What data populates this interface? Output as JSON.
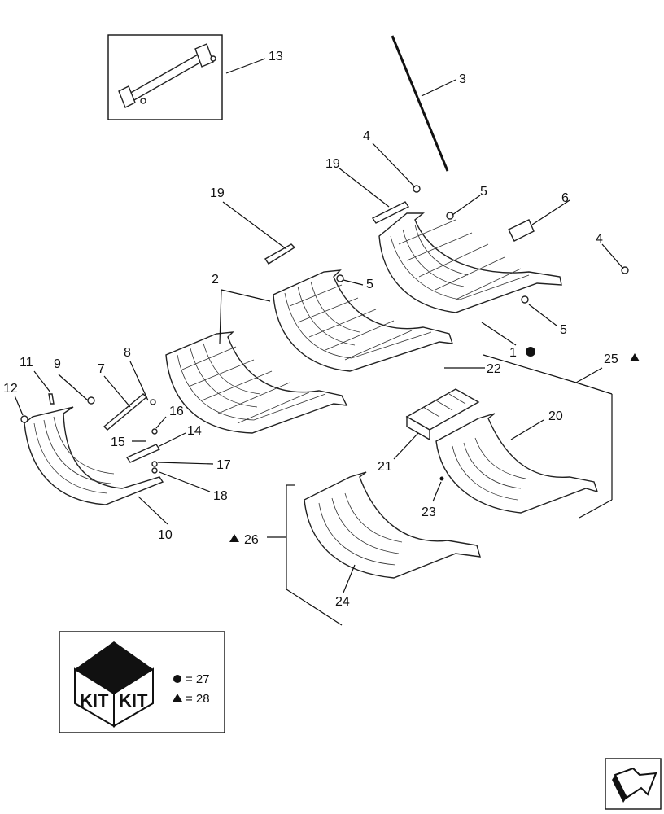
{
  "diagram": {
    "callouts": [
      {
        "id": "c13",
        "text": "13"
      },
      {
        "id": "c3",
        "text": "3"
      },
      {
        "id": "c4a",
        "text": "4"
      },
      {
        "id": "c19a",
        "text": "19"
      },
      {
        "id": "c19b",
        "text": "19"
      },
      {
        "id": "c5a",
        "text": "5"
      },
      {
        "id": "c6",
        "text": "6"
      },
      {
        "id": "c4b",
        "text": "4"
      },
      {
        "id": "c2",
        "text": "2"
      },
      {
        "id": "c5b",
        "text": "5"
      },
      {
        "id": "c5c",
        "text": "5"
      },
      {
        "id": "c1",
        "text": "1"
      },
      {
        "id": "c25",
        "text": "25"
      },
      {
        "id": "c22",
        "text": "22"
      },
      {
        "id": "c11",
        "text": "11"
      },
      {
        "id": "c9",
        "text": "9"
      },
      {
        "id": "c8",
        "text": "8"
      },
      {
        "id": "c7",
        "text": "7"
      },
      {
        "id": "c12",
        "text": "12"
      },
      {
        "id": "c16",
        "text": "16"
      },
      {
        "id": "c14",
        "text": "14"
      },
      {
        "id": "c15",
        "text": "15"
      },
      {
        "id": "c17",
        "text": "17"
      },
      {
        "id": "c18",
        "text": "18"
      },
      {
        "id": "c10",
        "text": "10"
      },
      {
        "id": "c20",
        "text": "20"
      },
      {
        "id": "c21",
        "text": "21"
      },
      {
        "id": "c23",
        "text": "23"
      },
      {
        "id": "c26",
        "text": "26"
      },
      {
        "id": "c24",
        "text": "24"
      }
    ]
  },
  "kit_legend": {
    "box_word_left": "KIT",
    "box_word_right": "KIT",
    "entries": [
      {
        "symbol": "circle",
        "text": "= 27"
      },
      {
        "symbol": "triangle",
        "text": "= 28"
      }
    ]
  },
  "nav": {
    "next_icon": "next-page-arrow-icon"
  }
}
